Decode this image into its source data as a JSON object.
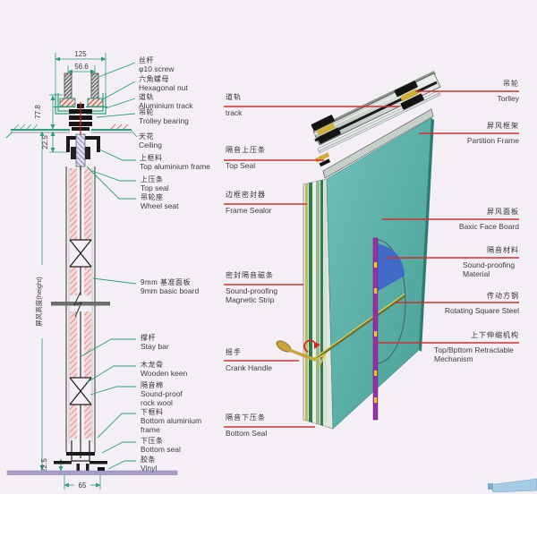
{
  "dimensions": {
    "top_width": "125",
    "screw_spacing": "56.6",
    "upper_height": "77.8",
    "upper_offset": "22.5",
    "bottom_width": "65",
    "bottom_offset": "22.5",
    "panel_height": "屏风高度(height)"
  },
  "section_labels": [
    {
      "cn": "丝杆",
      "en": "φ10 screw"
    },
    {
      "cn": "六角螺母",
      "en": "Hexagonal nut"
    },
    {
      "cn": "道轨",
      "en": "Aluminium track"
    },
    {
      "cn": "吊轮",
      "en": "Trolley bearing"
    },
    {
      "cn": "天花",
      "en": "Ceiling"
    },
    {
      "cn": "上框料",
      "en": "Top aluminium frame"
    },
    {
      "cn": "上压条",
      "en": "Top seal"
    },
    {
      "cn": "吊轮座",
      "en": "Wheel seat"
    },
    {
      "cn": "9mm 基准面板",
      "en": "9mm basic board"
    },
    {
      "cn": "撑杆",
      "en": "Stay bar"
    },
    {
      "cn": "木龙骨",
      "en": "Wooden keen"
    },
    {
      "cn": "隔音棉",
      "en": "Sound-proof rock wool"
    },
    {
      "cn": "下框料",
      "en": "Bottom aluminium frame"
    },
    {
      "cn": "下压条",
      "en": "Bottom seal"
    },
    {
      "cn": "胶条",
      "en": "Vinyl"
    }
  ],
  "perspective_labels_left": [
    {
      "cn": "道轨",
      "en": "track"
    },
    {
      "cn": "隔音上压条",
      "en": "Top Seal"
    },
    {
      "cn": "边框密封器",
      "en": "Frame Sealor"
    },
    {
      "cn": "密封隔音磁条",
      "en": "Sound-proofing Magnetic Strip"
    },
    {
      "cn": "摇手",
      "en": "Crank Handle"
    },
    {
      "cn": "隔音下压条",
      "en": "Bottom Seal"
    }
  ],
  "perspective_labels_right": [
    {
      "cn": "吊轮",
      "en": "Torlley"
    },
    {
      "cn": "屏风框架",
      "en": "Partition Frame"
    },
    {
      "cn": "屏风面板",
      "en": "Baxic Face Board"
    },
    {
      "cn": "隔音材料",
      "en": "Sound-proofing Material"
    },
    {
      "cn": "传动方钢",
      "en": "Rotating Square Steel"
    },
    {
      "cn": "上下伸缩机构",
      "en": "Top/Bpttom Retractable Mechanism"
    }
  ],
  "colors": {
    "section_line_green": "#2e9e7a",
    "leader_red": "#cc3333",
    "panel_face_teal": "#55b2aa",
    "floor_purple": "#a79dc9",
    "mechanism_fan_blue": "#4169c8",
    "mechanism_rod_purple": "#992fa2",
    "insulation_pink": "#e9a8a8",
    "crank_gold": "#c9a33e"
  }
}
